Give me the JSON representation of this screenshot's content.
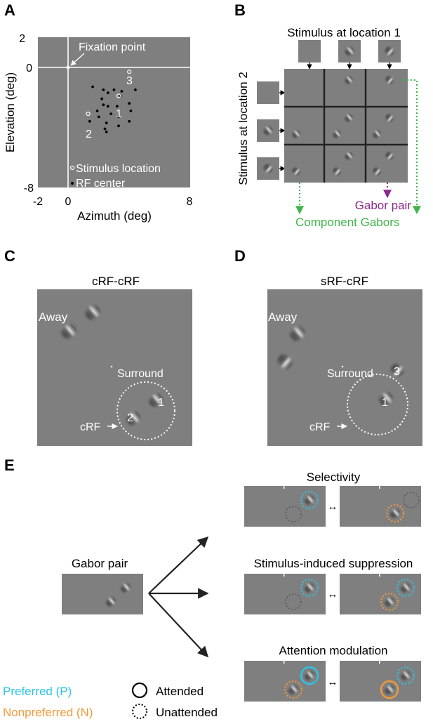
{
  "panels": {
    "a": "A",
    "b": "B",
    "c": "C",
    "d": "D",
    "e": "E"
  },
  "panel_a": {
    "y_axis_label": "Elevation (deg)",
    "x_axis_label": "Azimuth (deg)",
    "y_ticks": [
      "2",
      "0",
      "-8"
    ],
    "x_ticks": [
      "-2",
      "0",
      "8"
    ],
    "fixation_label": "Fixation point",
    "locations": [
      "1",
      "2",
      "3"
    ],
    "legend_stimulus": "Stimulus location",
    "legend_rf": "RF center",
    "rf_centers": [
      [
        1.6,
        -1.3
      ],
      [
        2.3,
        -1.5
      ],
      [
        2.6,
        -1.7
      ],
      [
        3.0,
        -1.5
      ],
      [
        3.5,
        -1.6
      ],
      [
        4.4,
        -1.5
      ],
      [
        3.4,
        -1.9
      ],
      [
        2.2,
        -2.1
      ],
      [
        3.2,
        -2.6
      ],
      [
        2.3,
        -2.5
      ],
      [
        4.0,
        -2.4
      ],
      [
        1.9,
        -2.9
      ],
      [
        2.6,
        -2.6
      ],
      [
        2.0,
        -3.3
      ],
      [
        2.8,
        -3.1
      ],
      [
        3.3,
        -3.3
      ],
      [
        4.1,
        -2.9
      ],
      [
        1.4,
        -3.6
      ],
      [
        2.5,
        -3.7
      ],
      [
        3.3,
        -3.9
      ],
      [
        4.0,
        -3.6
      ],
      [
        2.4,
        -4.1
      ],
      [
        2.5,
        -4.3
      ]
    ],
    "stim_locations": [
      [
        3.3,
        -1.9
      ],
      [
        1.3,
        -3.1
      ],
      [
        4.0,
        -0.3
      ]
    ]
  },
  "panel_b": {
    "top_label": "Stimulus at location 1",
    "left_label": "Stimulus at location 2",
    "gabor_pair_label": "Gabor pair",
    "component_label": "Component Gabors"
  },
  "panel_c": {
    "title": "cRF-cRF",
    "away": "Away",
    "surround": "Surround",
    "crf": "cRF",
    "labels": [
      "1",
      "2"
    ]
  },
  "panel_d": {
    "title": "sRF-cRF",
    "away": "Away",
    "surround": "Surround",
    "crf": "cRF",
    "labels": [
      "1",
      "3"
    ]
  },
  "panel_e": {
    "gabor_pair": "Gabor pair",
    "selectivity": "Selectivity",
    "suppression": "Stimulus-induced suppression",
    "attention": "Attention modulation",
    "preferred": "Preferred (P)",
    "nonpreferred": "Nonpreferred (N)",
    "attended": "Attended",
    "unattended": "Unattended"
  },
  "colors": {
    "gray": "#7f7f7f",
    "preferred": "#2bc4e6",
    "nonpreferred": "#f2993a",
    "green": "#3fb54a",
    "purple": "#8a2a8c"
  }
}
